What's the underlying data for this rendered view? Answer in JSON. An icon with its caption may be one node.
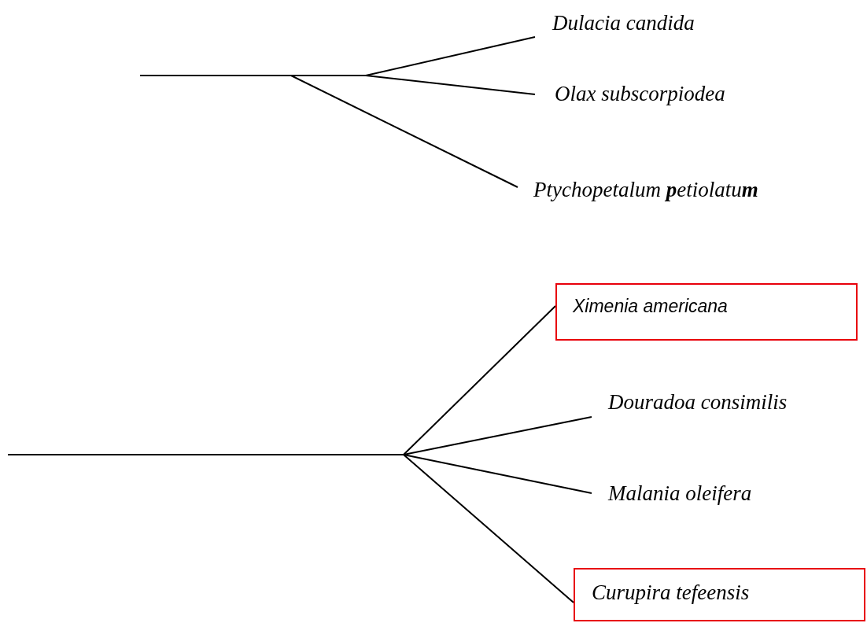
{
  "diagram": {
    "nodes": [
      {
        "text": [
          "Dulacia candida"
        ]
      },
      {
        "text": [
          "Olax subscorpiodea"
        ]
      },
      {
        "text": [
          "Ptychopetalum **p**etiolatu**m**"
        ]
      },
      {
        "text": [
          "Ximenia americana"
        ]
      },
      {
        "text": [
          "Douradoa consimilis"
        ]
      },
      {
        "text": [
          "Malania oleifera"
        ]
      },
      {
        "text": [
          "Curupira tefeensis"
        ]
      }
    ],
    "edges": [
      {
        "from": null,
        "to": 0,
        "arrow": "none"
      },
      {
        "from": null,
        "to": 1,
        "arrow": "none"
      },
      {
        "from": null,
        "to": 2,
        "arrow": "none"
      },
      {
        "from": null,
        "to": 3,
        "arrow": "none"
      },
      {
        "from": null,
        "to": 4,
        "arrow": "none"
      },
      {
        "from": null,
        "to": 5,
        "arrow": "none"
      },
      {
        "from": null,
        "to": 6,
        "arrow": "none"
      }
    ]
  }
}
